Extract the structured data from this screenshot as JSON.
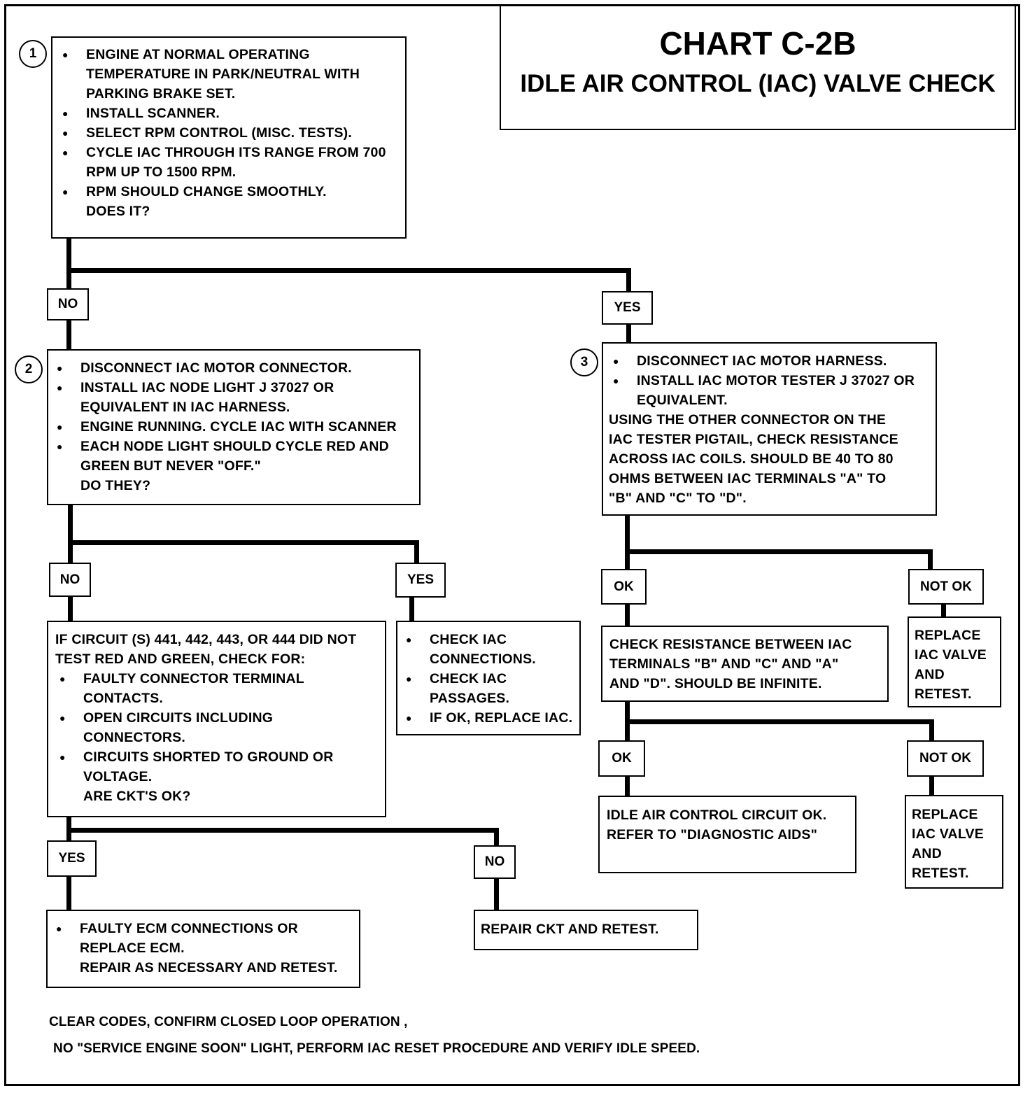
{
  "title": {
    "main": "CHART C-2B",
    "sub": "IDLE AIR CONTROL (IAC) VALVE CHECK"
  },
  "steps": {
    "step1_number": "1",
    "step2_number": "2",
    "step3_number": "3"
  },
  "box1": {
    "lines": [
      {
        "text": "ENGINE AT NORMAL OPERATING",
        "bullet": true
      },
      {
        "text": "TEMPERATURE IN PARK/NEUTRAL WITH",
        "bullet": false
      },
      {
        "text": "PARKING BRAKE SET.",
        "bullet": false
      },
      {
        "text": "INSTALL SCANNER.",
        "bullet": true
      },
      {
        "text": "SELECT RPM CONTROL  (MISC. TESTS).",
        "bullet": true
      },
      {
        "text": "CYCLE IAC THROUGH ITS RANGE FROM 700",
        "bullet": true
      },
      {
        "text": "RPM UP TO 1500 RPM.",
        "bullet": false
      },
      {
        "text": "RPM SHOULD CHANGE SMOOTHLY.",
        "bullet": true
      },
      {
        "text": "DOES IT?",
        "bullet": false
      }
    ]
  },
  "box2": {
    "lines": [
      {
        "text": "DISCONNECT IAC MOTOR CONNECTOR.",
        "bullet": true
      },
      {
        "text": "INSTALL IAC NODE LIGHT J 37027 OR",
        "bullet": true
      },
      {
        "text": "EQUIVALENT IN IAC HARNESS.",
        "bullet": false
      },
      {
        "text": "ENGINE RUNNING.  CYCLE IAC WITH SCANNER",
        "bullet": true
      },
      {
        "text": "EACH NODE LIGHT SHOULD CYCLE RED AND",
        "bullet": true
      },
      {
        "text": "GREEN BUT NEVER \"OFF.\"",
        "bullet": false
      },
      {
        "text": "DO THEY?",
        "bullet": false
      }
    ]
  },
  "box3": {
    "lines": [
      {
        "text": "DISCONNECT IAC MOTOR HARNESS.",
        "bullet": true
      },
      {
        "text": "INSTALL IAC MOTOR TESTER J 37027 OR",
        "bullet": true
      },
      {
        "text": "EQUIVALENT.",
        "bullet": false
      },
      {
        "text": "USING THE OTHER CONNECTOR ON THE",
        "bullet": false,
        "flush": true
      },
      {
        "text": "IAC TESTER PIGTAIL, CHECK RESISTANCE",
        "bullet": false,
        "flush": true
      },
      {
        "text": "ACROSS IAC COILS.  SHOULD BE 40 TO 80",
        "bullet": false,
        "flush": true
      },
      {
        "text": "OHMS BETWEEN IAC TERMINALS \"A\" TO",
        "bullet": false,
        "flush": true
      },
      {
        "text": "\"B\" AND \"C\" TO \"D\".",
        "bullet": false,
        "flush": true
      }
    ]
  },
  "box_circuits": {
    "lines": [
      {
        "text": "IF CIRCUIT (S) 441, 442, 443, OR 444 DID NOT",
        "bullet": false,
        "flush": true
      },
      {
        "text": "TEST RED AND GREEN, CHECK FOR:",
        "bullet": false,
        "flush": true
      },
      {
        "text": "FAULTY CONNECTOR TERMINAL",
        "bullet": true
      },
      {
        "text": "CONTACTS.",
        "bullet": false
      },
      {
        "text": "OPEN CIRCUITS INCLUDING",
        "bullet": true
      },
      {
        "text": "CONNECTORS.",
        "bullet": false
      },
      {
        "text": "CIRCUITS SHORTED TO GROUND OR",
        "bullet": true
      },
      {
        "text": "VOLTAGE.",
        "bullet": false
      },
      {
        "text": "ARE CKT'S OK?",
        "bullet": false
      }
    ]
  },
  "box_check_iac": {
    "lines": [
      {
        "text": "CHECK IAC",
        "bullet": true
      },
      {
        "text": "CONNECTIONS.",
        "bullet": false
      },
      {
        "text": "CHECK IAC",
        "bullet": true
      },
      {
        "text": "PASSAGES.",
        "bullet": false
      },
      {
        "text": "IF OK, REPLACE IAC.",
        "bullet": true
      }
    ]
  },
  "box_ecm": {
    "lines": [
      {
        "text": "FAULTY ECM CONNECTIONS OR",
        "bullet": true
      },
      {
        "text": "REPLACE ECM.",
        "bullet": false
      },
      {
        "text": "REPAIR AS NECESSARY AND RETEST.",
        "bullet": false
      }
    ]
  },
  "box_repair_ckt": {
    "lines": [
      {
        "text": "REPAIR CKT AND RETEST.",
        "bullet": false,
        "flush": true
      }
    ]
  },
  "box_resistance": {
    "lines": [
      {
        "text": "CHECK RESISTANCE BETWEEN IAC",
        "bullet": false,
        "flush": true
      },
      {
        "text": "TERMINALS \"B\" AND \"C\" AND \"A\"",
        "bullet": false,
        "flush": true
      },
      {
        "text": "AND \"D\".  SHOULD BE INFINITE.",
        "bullet": false,
        "flush": true
      }
    ]
  },
  "box_replace1": {
    "lines": [
      {
        "text": "REPLACE",
        "bullet": false,
        "flush": true
      },
      {
        "text": "IAC VALVE",
        "bullet": false,
        "flush": true
      },
      {
        "text": "AND",
        "bullet": false,
        "flush": true
      },
      {
        "text": "RETEST.",
        "bullet": false,
        "flush": true
      }
    ]
  },
  "box_circuit_ok": {
    "lines": [
      {
        "text": "IDLE AIR CONTROL CIRCUIT OK.",
        "bullet": false,
        "flush": true
      },
      {
        "text": "REFER TO \"DIAGNOSTIC AIDS\"",
        "bullet": false,
        "flush": true
      }
    ]
  },
  "box_replace2": {
    "lines": [
      {
        "text": "REPLACE",
        "bullet": false,
        "flush": true
      },
      {
        "text": "IAC VALVE",
        "bullet": false,
        "flush": true
      },
      {
        "text": "AND",
        "bullet": false,
        "flush": true
      },
      {
        "text": "RETEST.",
        "bullet": false,
        "flush": true
      }
    ]
  },
  "labels": {
    "no1": "NO",
    "yes1": "YES",
    "no2": "NO",
    "yes2": "YES",
    "ok1": "OK",
    "notok1": "NOT OK",
    "yes3": "YES",
    "no3": "NO",
    "ok2": "OK",
    "notok2": "NOT OK"
  },
  "footer": {
    "line1": "CLEAR CODES, CONFIRM CLOSED LOOP OPERATION ,",
    "line2": "NO \"SERVICE ENGINE SOON\" LIGHT, PERFORM IAC  RESET PROCEDURE AND VERIFY IDLE SPEED."
  }
}
